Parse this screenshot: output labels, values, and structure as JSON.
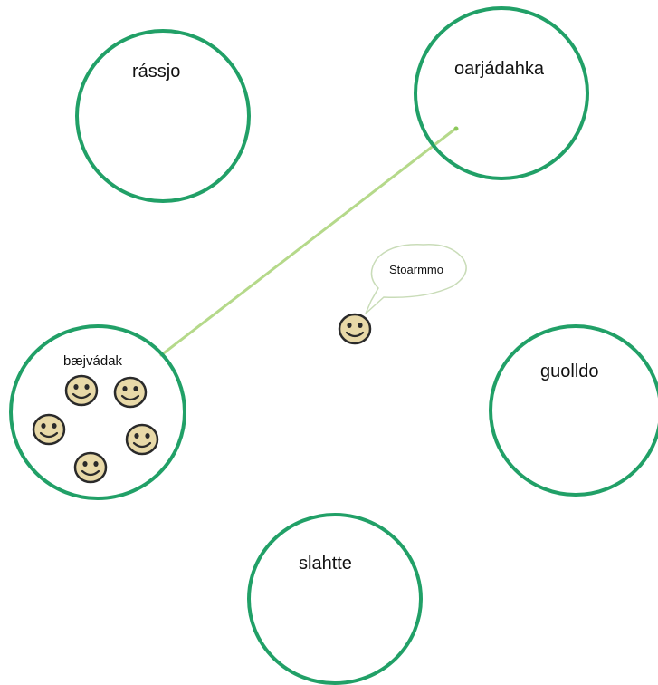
{
  "zones": [
    {
      "id": "rassjo",
      "label": "rássjo"
    },
    {
      "id": "oarjadahka",
      "label": "oarjádahka"
    },
    {
      "id": "bajvadak",
      "label": "bæjvádak"
    },
    {
      "id": "guolldo",
      "label": "guolldo"
    },
    {
      "id": "slahtte",
      "label": "slahtte"
    }
  ],
  "speech_bubble": {
    "text": "Stoarmmo"
  },
  "colors": {
    "circle_stroke": "#21a067",
    "arrow": "#b5d98a",
    "face_fill": "#e8d9a8",
    "face_stroke": "#2a2a2a"
  },
  "icons": {
    "face": "smiley-face-icon"
  }
}
